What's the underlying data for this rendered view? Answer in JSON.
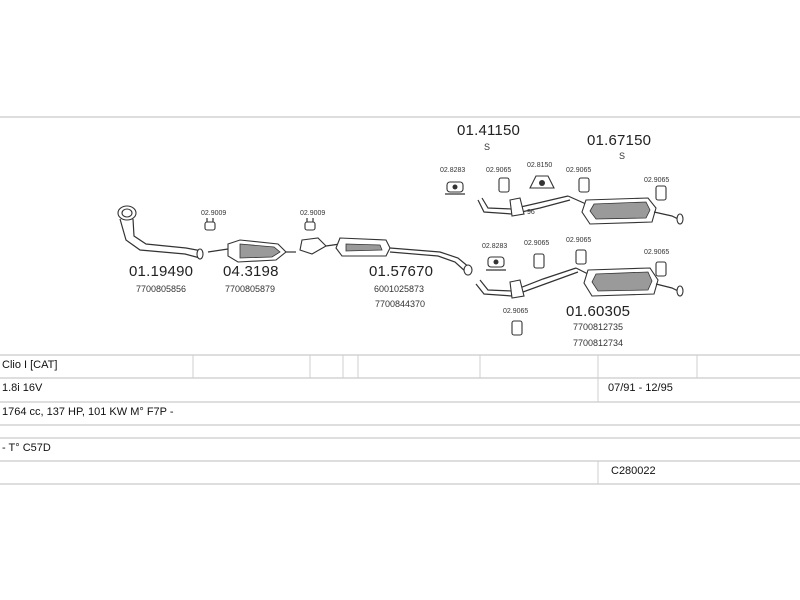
{
  "diagram": {
    "parts": [
      {
        "number": "01.19490",
        "ref1": "7700805856"
      },
      {
        "number": "04.3198",
        "ref1": "7700805879"
      },
      {
        "number": "01.57670",
        "ref1": "6001025873",
        "ref2": "7700844370"
      },
      {
        "number": "01.41150",
        "suffix": "S"
      },
      {
        "number": "01.67150",
        "suffix": "S"
      },
      {
        "number": "01.60305",
        "ref1": "7700812735",
        "ref2": "7700812734"
      }
    ],
    "fittings": {
      "f1": "02.9009",
      "f2": "02.9009",
      "f3": "02.8283",
      "f4": "02.9065",
      "f5": "02.8150",
      "f6": "02.9065",
      "f7": "02.9065",
      "f8": "02.8283",
      "f9": "02.9065",
      "f10": "02.9065",
      "f11": "02.9065",
      "f12": "02.9065"
    },
    "marker": "96"
  },
  "table": {
    "rows": [
      {
        "left": "Clio I [CAT]",
        "right": ""
      },
      {
        "left": "1.8i 16V",
        "right": "07/91 - 12/95"
      },
      {
        "left": "1764 cc, 137 HP, 101 KW M° F7P -",
        "right": ""
      },
      {
        "left": "- T° C57D",
        "right": ""
      },
      {
        "left": "",
        "right": "C280022"
      }
    ]
  }
}
